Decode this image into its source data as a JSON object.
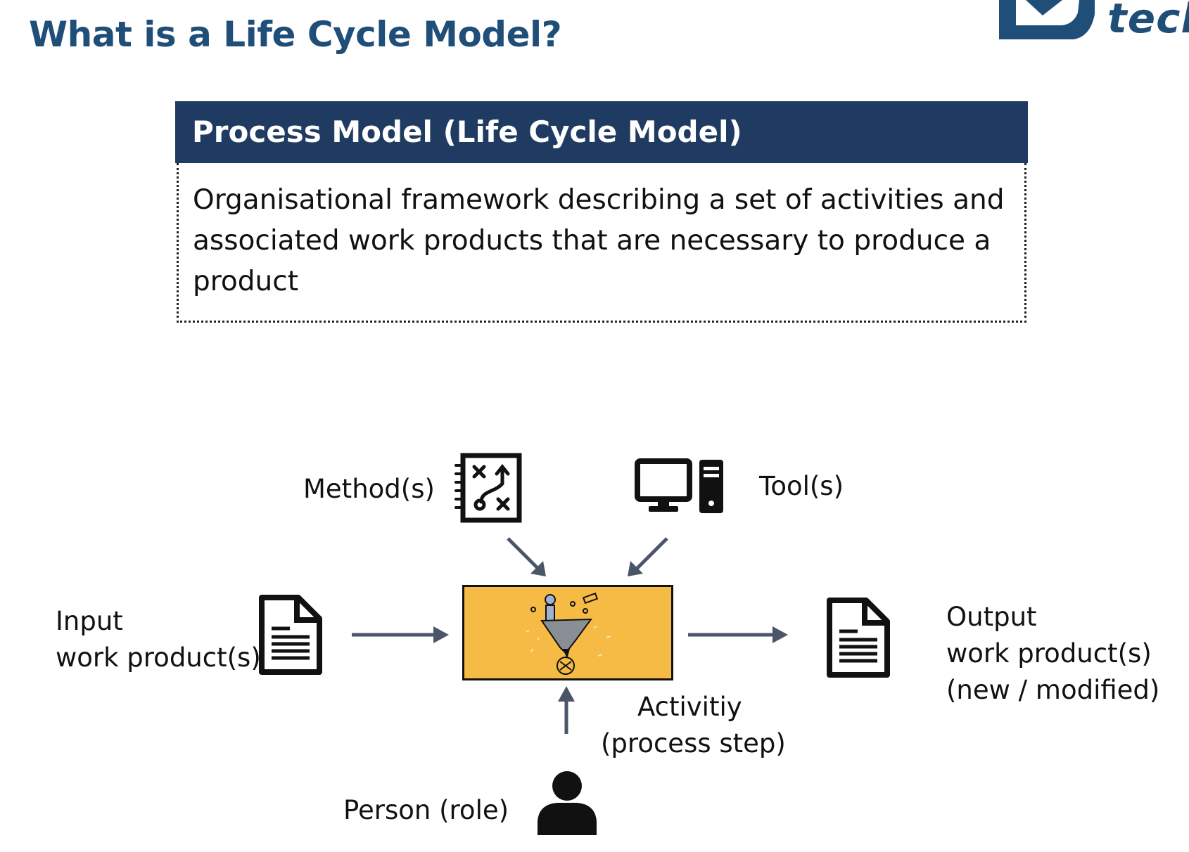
{
  "slide": {
    "title": "What is a Life Cycle Model?",
    "logo_text": "tech"
  },
  "definition": {
    "heading": "Process Model (Life Cycle Model)",
    "text": "Organisational framework describing a set of activities and associated work products that are necessary to produce a product"
  },
  "diagram": {
    "methods_label": "Method(s)",
    "tools_label": "Tool(s)",
    "input_label_line1": "Input",
    "input_label_line2": "work product(s)",
    "output_label_line1": "Output",
    "output_label_line2": "work product(s)",
    "output_label_line3": "(new / modified)",
    "activity_label_line1": "Activitiy",
    "activity_label_line2": "(process step)",
    "person_label": "Person (role)"
  },
  "colors": {
    "title": "#1f4e79",
    "header_bg": "#1f3b62",
    "activity_fill": "#f5bb45",
    "arrow": "#4a5568"
  },
  "icons": [
    "method-playbook-icon",
    "computer-icon",
    "document-icon",
    "person-icon",
    "activity-figure-icon"
  ]
}
